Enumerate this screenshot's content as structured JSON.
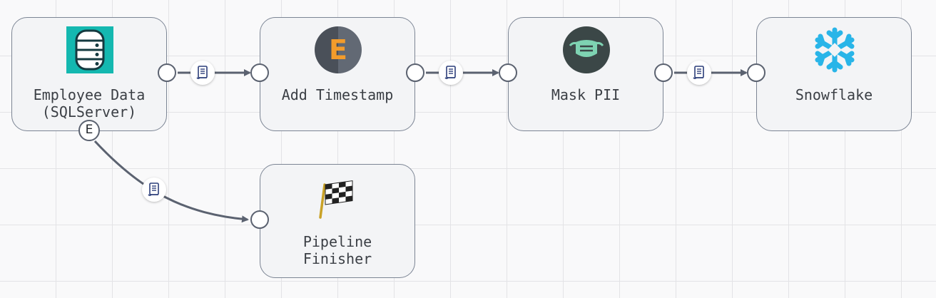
{
  "pipeline": {
    "nodes": [
      {
        "id": "employee-data",
        "label": "Employee Data\n(SQLServer)",
        "icon": "database-icon",
        "color": "#14b8b0"
      },
      {
        "id": "add-timestamp",
        "label": "Add Timestamp",
        "icon": "letter-e-icon",
        "color": "#f39c2b"
      },
      {
        "id": "mask-pii",
        "label": "Mask PII",
        "icon": "mask-icon",
        "color": "#7ed3b2"
      },
      {
        "id": "snowflake",
        "label": "Snowflake",
        "icon": "snowflake-icon",
        "color": "#29b5e8"
      },
      {
        "id": "pipeline-finisher",
        "label": "Pipeline\nFinisher",
        "icon": "checkered-flag-icon",
        "color": "#222222"
      }
    ],
    "error_port_label": "E",
    "timestamp_letter": "E",
    "links": [
      {
        "from": "Employee Data (SQLServer)",
        "to": "Add Timestamp",
        "badge": "document-icon"
      },
      {
        "from": "Add Timestamp",
        "to": "Mask PII",
        "badge": "document-icon"
      },
      {
        "from": "Mask PII",
        "to": "Snowflake",
        "badge": "document-icon"
      },
      {
        "from": "Employee Data (SQLServer)",
        "to": "Pipeline Finisher",
        "via": "E",
        "badge": "document-icon"
      }
    ]
  },
  "colors": {
    "node_border": "#7c8594",
    "node_fill": "#f3f4f6",
    "wire": "#5b6270",
    "grid": "#e3e3e6"
  }
}
